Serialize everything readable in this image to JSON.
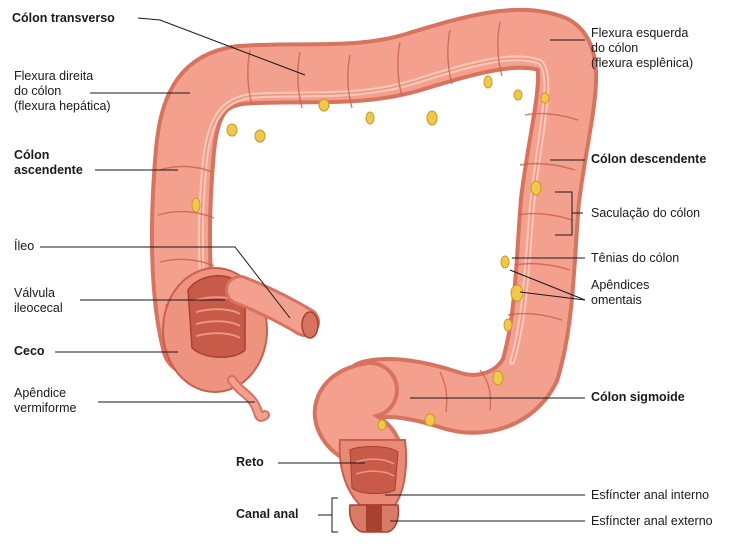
{
  "labels": {
    "colon_transverso": "Cólon transverso",
    "flexura_direita": [
      "Flexura direita",
      "do cólon",
      "(flexura hepática)"
    ],
    "colon_ascendente": [
      "Cólon",
      "ascendente"
    ],
    "ileo": "Íleo",
    "valvula_ileocecal": [
      "Válvula",
      "ileocecal"
    ],
    "ceco": "Ceco",
    "apendice": [
      "Apêndice",
      "vermiforme"
    ],
    "reto": "Reto",
    "canal_anal": "Canal anal",
    "flexura_esquerda": [
      "Flexura esquerda",
      "do cólon",
      "(flexura esplênica)"
    ],
    "colon_descendente": "Cólon descendente",
    "saculacao": "Saculação do cólon",
    "tenias": "Tênias do cólon",
    "apendices_omentais": [
      "Apêndices",
      "omentais"
    ],
    "colon_sigmoide": "Cólon sigmoide",
    "esfincter_interno": "Esfíncter anal interno",
    "esfincter_externo": "Esfíncter anal externo"
  },
  "colors": {
    "colon_fill": "#f3a08f",
    "colon_dark": "#d7735f",
    "colon_light": "#fbc5b6",
    "fat": "#f2c84b",
    "leader": "#1a1a1a"
  }
}
